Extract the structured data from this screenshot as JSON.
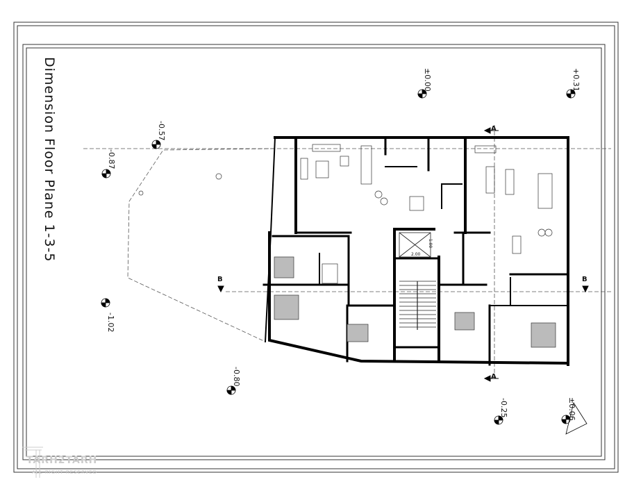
{
  "drawing": {
    "title": "Dimension Floor Plane 1-3-5",
    "elevations": [
      "±0.00",
      "+0.31",
      "-0.57",
      "-0.87",
      "-1.02",
      "-0.80",
      "-0.25",
      "±0.06"
    ],
    "section_labels": {
      "a_top": "A",
      "a_bottom": "A",
      "b_left": "B",
      "b_right": "B"
    },
    "dimensions": {
      "lift_width": "2.00",
      "lift_depth": "1.00"
    }
  },
  "watermark": {
    "brand": "TARH2TARH",
    "rights": "ALL RIGHT RESERVED"
  }
}
